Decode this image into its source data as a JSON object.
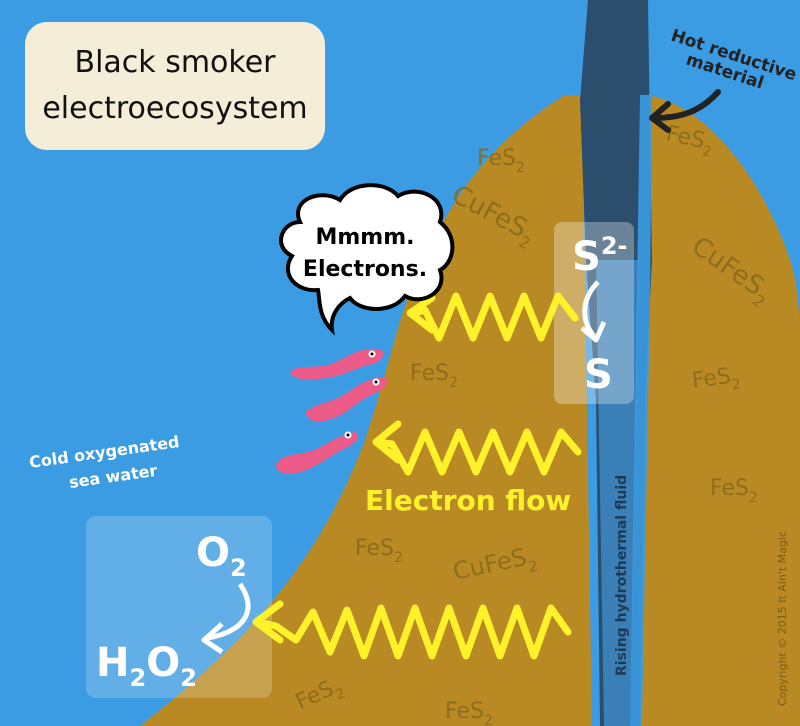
{
  "title": {
    "line1": "Black smoker",
    "line2": "electroecosystem"
  },
  "labels": {
    "hot_reductive": {
      "line1": "Hot reductive",
      "line2": "material"
    },
    "cold_water": {
      "line1": "Cold oxygenated",
      "line2": "sea water"
    },
    "electron_flow": "Electron flow",
    "rising_fluid": "Rising hydrothermal fluid",
    "copyright": "Copyright © 2015 It Ain't Magic"
  },
  "speech_bubble": {
    "line1": "Mmmm.",
    "line2": "Electrons."
  },
  "reaction_sulfur": {
    "reactant": "S",
    "reactant_charge": "2-",
    "product": "S"
  },
  "reaction_oxygen": {
    "reactant": "O",
    "reactant_sub": "2",
    "product_h": "H",
    "product_h_sub": "2",
    "product_o": "O",
    "product_o_sub": "2"
  },
  "minerals": {
    "fes2_a": {
      "base": "FeS",
      "sub": "2"
    },
    "cufes2_a": {
      "base": "CuFeS",
      "sub": "2"
    },
    "fes2_b": {
      "base": "FeS",
      "sub": "2"
    },
    "cufes2_b": {
      "base": "CuFeS",
      "sub": "2"
    },
    "fes2_c": {
      "base": "FeS",
      "sub": "2"
    },
    "fes2_d": {
      "base": "FeS",
      "sub": "2"
    },
    "fes2_e": {
      "base": "FeS",
      "sub": "2"
    },
    "cufes2_c": {
      "base": "CuFeS",
      "sub": "2"
    },
    "fes2_f": {
      "base": "FeS",
      "sub": "2"
    },
    "fes2_g": {
      "base": "FeS",
      "sub": "2"
    },
    "fes2_h": {
      "base": "FeS",
      "sub": "2"
    }
  },
  "colors": {
    "sea": "#3b9be3",
    "chimney": "#b98a24",
    "vent": "#2a4e6c",
    "electron_arrow": "#fff22a",
    "organism": "#ec5b87",
    "title_box": "#f4eed8"
  }
}
